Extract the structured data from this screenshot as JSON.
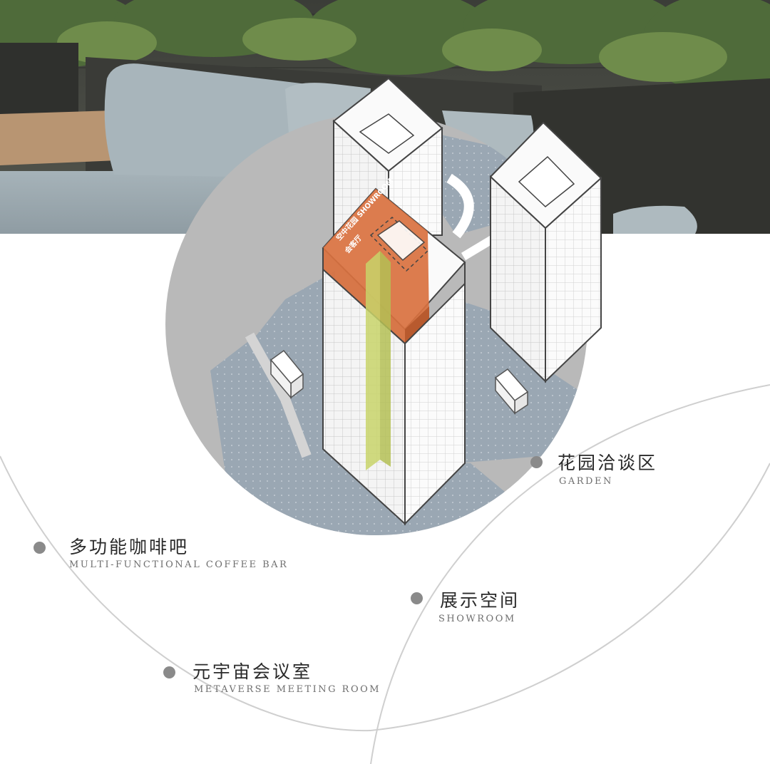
{
  "building_tags": {
    "cn_line1": "空中花园",
    "en": "SHOWROOM",
    "cn_line2": "会客厅"
  },
  "labels": [
    {
      "cn": "花园洽谈区",
      "en": "GARDEN"
    },
    {
      "cn": "多功能咖啡吧",
      "en": "MULTI-FUNCTIONAL COFFEE BAR"
    },
    {
      "cn": "展示空间",
      "en": "SHOWROOM"
    },
    {
      "cn": "元宇宙会议室",
      "en": "METAVERSE MEETING ROOM"
    }
  ],
  "colors": {
    "accent": "#d9713f",
    "highlight": "#c8d46a",
    "site_blue": "#9aa7b3",
    "disc_grey": "#b9b9b9",
    "marker": "#8a8a8a"
  }
}
